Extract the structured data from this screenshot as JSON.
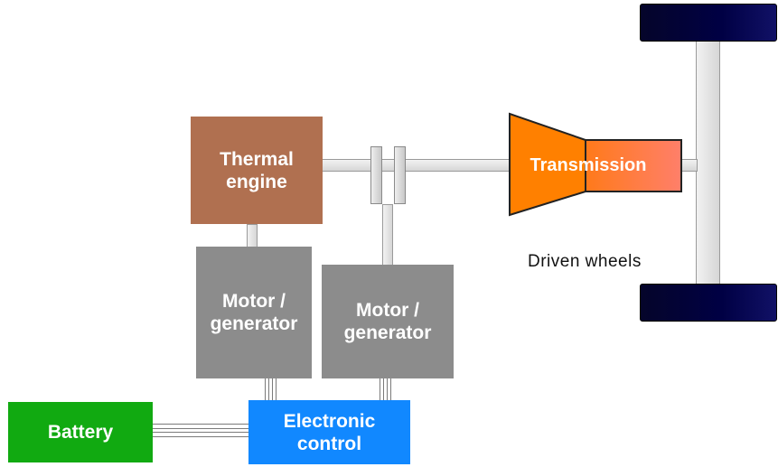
{
  "diagram": {
    "thermal_engine": "Thermal\nengine",
    "motor_generator_1": "Motor /\ngenerator",
    "motor_generator_2": "Motor /\ngenerator",
    "transmission": "Transmission",
    "battery": "Battery",
    "electronic_control": "Electronic\ncontrol",
    "driven_wheels": "Driven wheels"
  },
  "colors": {
    "thermal_engine": "#b07050",
    "motor_generator": "#8c8c8c",
    "battery": "#11aa11",
    "electronic_control": "#1188ff",
    "transmission_cone": "#ff8000",
    "transmission_body_start": "#ff7a1a",
    "transmission_body_end": "#ff7f6a",
    "wheel": "#000044"
  }
}
